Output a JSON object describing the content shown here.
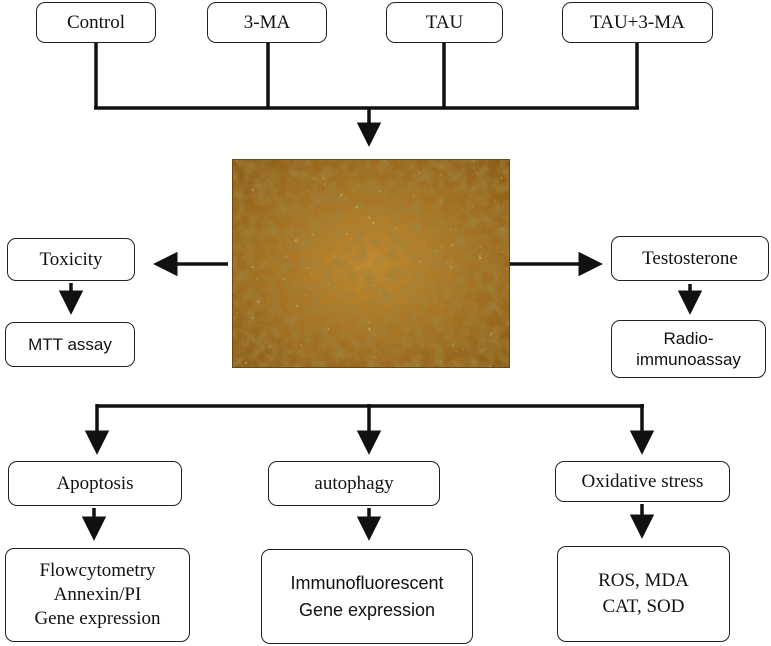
{
  "groups": {
    "control": "Control",
    "three_ma": "3-MA",
    "tau": "TAU",
    "tau_3ma": "TAU+3-MA"
  },
  "left_branch": {
    "toxicity": "Toxicity",
    "mtt": "MTT assay"
  },
  "right_branch": {
    "testosterone": "Testosterone",
    "radio_line1": "Radio-",
    "radio_line2": "immunoassay"
  },
  "bottom": {
    "apoptosis": {
      "title": "Apoptosis",
      "lines": [
        "Flowcytometry",
        "Annexin/PI",
        "Gene expression"
      ]
    },
    "autophagy": {
      "title": "autophagy",
      "lines": [
        "Immunofluorescent",
        "Gene expression"
      ]
    },
    "oxidative": {
      "title": "Oxidative stress",
      "lines": [
        "ROS, MDA",
        "CAT, SOD"
      ]
    }
  },
  "colors": {
    "line": "#111111",
    "micrograph_base": "#b07c28",
    "micrograph_dark": "#5a3a0c",
    "micrograph_light": "#e8c678"
  },
  "images": {
    "center": "cell-culture-micrograph"
  }
}
